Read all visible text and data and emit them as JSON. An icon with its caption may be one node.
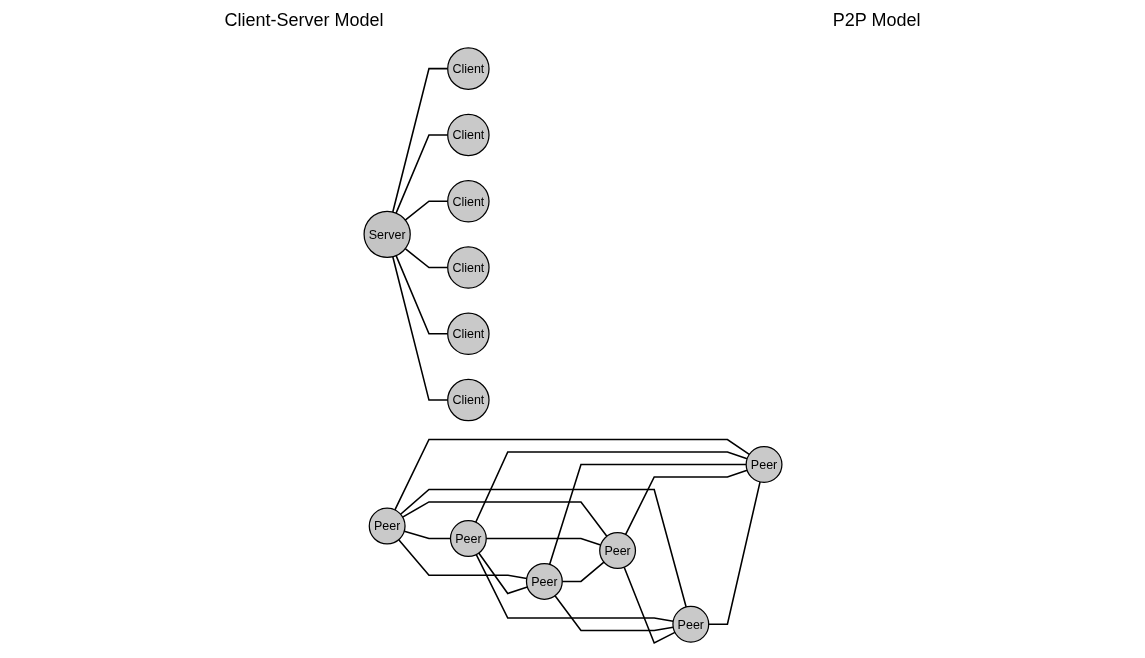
{
  "diagram": {
    "nodes": [
      {
        "text": [
          "Client"
        ]
      },
      {
        "text": [
          "Client"
        ]
      },
      {
        "text": [
          "Client"
        ]
      },
      {
        "text": [
          "Server"
        ]
      },
      {
        "text": [
          "Client"
        ]
      },
      {
        "text": [
          "Client"
        ]
      },
      {
        "text": [
          "Client"
        ]
      },
      {
        "text": [
          "Peer"
        ]
      },
      {
        "text": [
          "Peer"
        ]
      },
      {
        "text": [
          "Peer"
        ]
      },
      {
        "text": [
          "Peer"
        ]
      },
      {
        "text": [
          "Peer"
        ]
      },
      {
        "text": [
          "Peer"
        ]
      }
    ],
    "edges": [
      {
        "from": 3,
        "to": 0,
        "arrow": "none"
      },
      {
        "from": 3,
        "to": 1,
        "arrow": "none"
      },
      {
        "from": 3,
        "to": 2,
        "arrow": "none"
      },
      {
        "from": 3,
        "to": 4,
        "arrow": "none"
      },
      {
        "from": 3,
        "to": 5,
        "arrow": "none"
      },
      {
        "from": 3,
        "to": 6,
        "arrow": "none"
      },
      {
        "from": 7,
        "to": 8,
        "arrow": "none"
      },
      {
        "from": 7,
        "to": 9,
        "arrow": "none"
      },
      {
        "from": 7,
        "to": 10,
        "arrow": "none"
      },
      {
        "from": 7,
        "to": 11,
        "arrow": "none"
      },
      {
        "from": 7,
        "to": 12,
        "arrow": "none"
      },
      {
        "from": 8,
        "to": 9,
        "arrow": "none"
      },
      {
        "from": 8,
        "to": 10,
        "arrow": "none"
      },
      {
        "from": 8,
        "to": 11,
        "arrow": "none"
      },
      {
        "from": 8,
        "to": 12,
        "arrow": "none"
      },
      {
        "from": 9,
        "to": 10,
        "arrow": "none"
      },
      {
        "from": 9,
        "to": 11,
        "arrow": "none"
      },
      {
        "from": 9,
        "to": 12,
        "arrow": "none"
      },
      {
        "from": 10,
        "to": 11,
        "arrow": "none"
      },
      {
        "from": 10,
        "to": 12,
        "arrow": "none"
      },
      {
        "from": 11,
        "to": 12,
        "arrow": "none"
      }
    ],
    "labels": [
      "Client-Server Model",
      "P2P Model"
    ]
  }
}
